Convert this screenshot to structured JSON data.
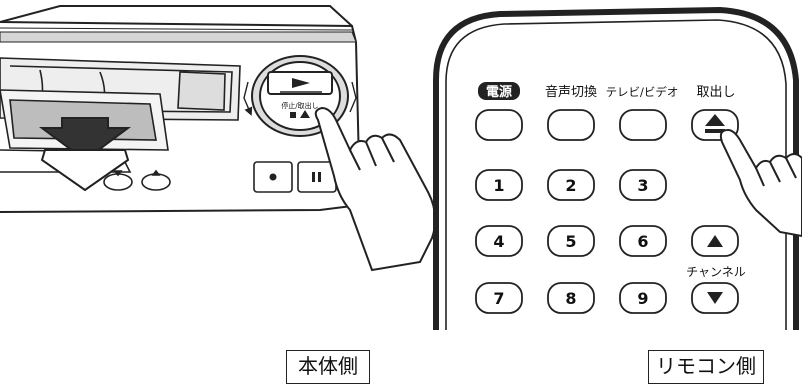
{
  "vcr": {
    "eject_label": "停止/取出し",
    "caption": "本体側"
  },
  "remote": {
    "top_labels": [
      "電源",
      "音声切換",
      "テレビ/ビデオ",
      "取出し"
    ],
    "number_keys": [
      "1",
      "2",
      "3",
      "4",
      "5",
      "6",
      "7",
      "8",
      "9"
    ],
    "channel_label": "チャンネル",
    "caption": "リモコン側"
  },
  "icons": {
    "vcr": [
      "play-triangle-icon",
      "stop-square-icon",
      "eject-icon",
      "record-dot-icon",
      "pause-icon",
      "insert-arrow-icon",
      "pointing-hand-icon"
    ],
    "remote": [
      "eject-icon",
      "channel-up-icon",
      "channel-down-icon",
      "pointing-hand-icon"
    ]
  },
  "colors": {
    "line": "#222222",
    "shade": "#c8c8c8",
    "background": "#ffffff"
  }
}
